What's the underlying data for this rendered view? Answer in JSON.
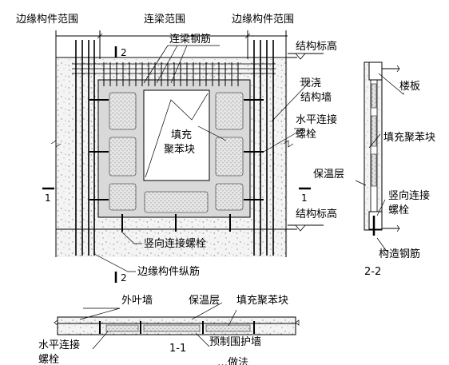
{
  "labels": {
    "edge_range_left": "边缘构件范围",
    "coupling_range": "连梁范围",
    "edge_range_right": "边缘构件范围",
    "coupling_rebar": "连梁钢筋",
    "struct_elev_top": "结构标高",
    "struct_elev_bottom": "结构标高",
    "cast_wall_1": "现浇",
    "cast_wall_2": "结构墙",
    "h_bolt_1": "水平连接",
    "h_bolt_2": "螺栓",
    "fill_block_1": "填充",
    "fill_block_2": "聚苯块",
    "v_bolt": "竖向连接螺栓",
    "edge_long_rebar": "边缘构件纵筋",
    "sec_mark_2_top": "2",
    "sec_mark_2_bottom": "2",
    "sec_mark_1_left": "1",
    "sec_mark_1_right": "1",
    "floor_slab": "楼板",
    "fill_block_full": "填充聚苯块",
    "insul_layer": "保温层",
    "v_bolt_side_1": "竖向连接",
    "v_bolt_side_2": "螺栓",
    "struct_rebar": "构造钢筋",
    "section_22": "2-2",
    "outer_leaf": "外叶墙",
    "insul_layer_plan": "保温层",
    "fill_block_plan": "填充聚苯块",
    "h_bolt_plan_1": "水平连接",
    "h_bolt_plan_2": "螺栓",
    "section_11": "1-1",
    "precast_wall": "预制围护墙",
    "cut_text": "…做法"
  }
}
